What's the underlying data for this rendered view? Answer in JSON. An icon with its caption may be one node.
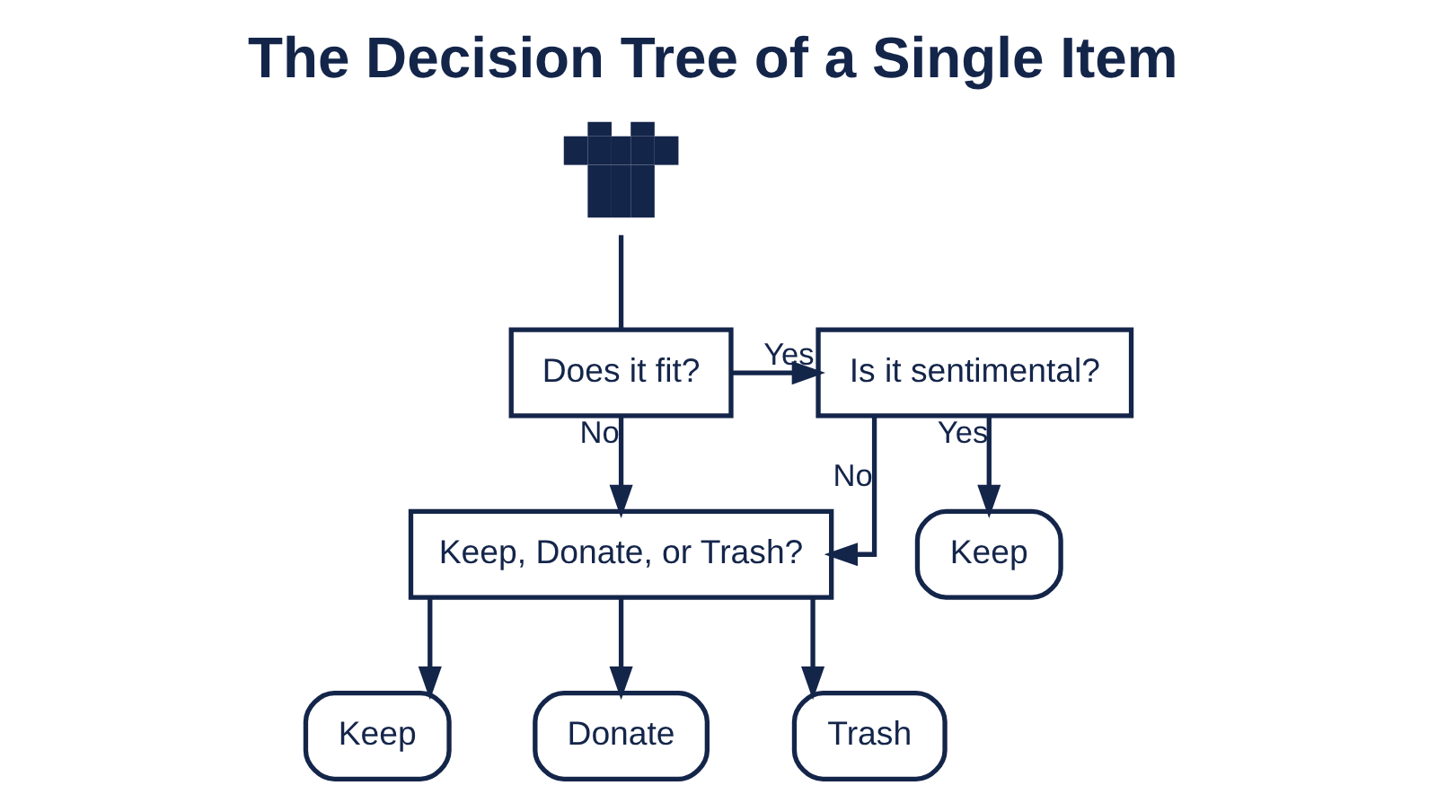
{
  "diagram": {
    "title": "The Decision Tree of a Single Item",
    "nodes": [
      {
        "text": [],
        "shape": "shirt"
      },
      {
        "text": [
          "Does it fit?"
        ]
      },
      {
        "text": [
          "Is it sentimental?"
        ]
      },
      {
        "text": [
          "Keep, Donate, or Trash?"
        ]
      },
      {
        "text": [
          "Keep"
        ]
      },
      {
        "text": [
          "Keep"
        ]
      },
      {
        "text": [
          "Donate"
        ]
      },
      {
        "text": [
          "Trash"
        ]
      }
    ],
    "edges": [
      {
        "from": 0,
        "to": 1,
        "arrow": "none"
      },
      {
        "from": 1,
        "to": 2,
        "arrow": "to",
        "label": "Yes"
      },
      {
        "from": 1,
        "to": 3,
        "arrow": "to",
        "label": "No"
      },
      {
        "from": 2,
        "to": 4,
        "arrow": "to",
        "label": "Yes"
      },
      {
        "from": 2,
        "to": 3,
        "arrow": "to",
        "label": "No"
      },
      {
        "from": 3,
        "to": 5,
        "arrow": "to"
      },
      {
        "from": 3,
        "to": 6,
        "arrow": "to"
      },
      {
        "from": 3,
        "to": 7,
        "arrow": "to"
      }
    ]
  }
}
